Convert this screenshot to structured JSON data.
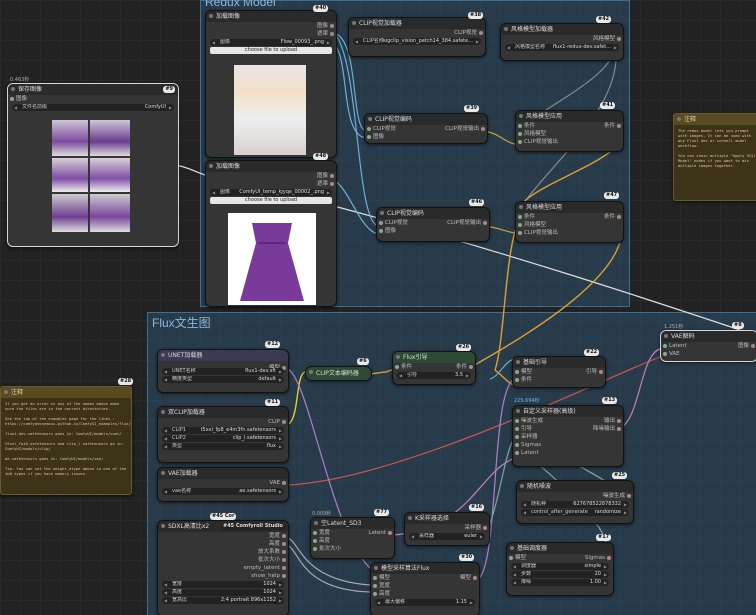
{
  "groups": {
    "redux": "Redux Model",
    "flux": "Flux文生图"
  },
  "save_image": {
    "title": "保存图像",
    "badge": "#9",
    "time": "0.463秒",
    "input": "图像",
    "prefix_label": "文件名前缀",
    "prefix_value": "ComfyUI"
  },
  "load_image_1": {
    "title": "加载图像",
    "badge": "#40",
    "out1": "图像",
    "out2": "遮罩",
    "image_label": "图像",
    "image_value": "Flow_00093_.png",
    "upload": "choose file to upload"
  },
  "load_image_2": {
    "title": "加载图像",
    "badge": "#48",
    "out1": "图像",
    "out2": "遮罩",
    "image_label": "图像",
    "image_value": "ComfyUI_temp_kjyqe_00002_.png",
    "upload": "choose file to upload"
  },
  "clip_vision_loader": {
    "title": "CLIP视觉加载器",
    "badge": "#38",
    "out": "CLIP视觉",
    "name_label": "CLIP名称",
    "name_value": "sigclip_vision_patch14_384.safete..."
  },
  "style_model_loader": {
    "title": "风格模型加载器",
    "badge": "#42",
    "out": "风格模型",
    "name_label": "风格模型名称",
    "name_value": "flux1-redux-dev.safet..."
  },
  "clip_vision_encode_1": {
    "title": "CLIP视觉编码",
    "badge": "#39",
    "in1": "CLIP视觉",
    "in2": "图像",
    "out": "CLIP视觉输出"
  },
  "clip_vision_encode_2": {
    "title": "CLIP视觉编码",
    "badge": "#46",
    "in1": "CLIP视觉",
    "in2": "图像",
    "out": "CLIP视觉输出"
  },
  "style_apply_1": {
    "title": "风格模型应用",
    "badge": "#41",
    "in1": "条件",
    "in2": "风格模型",
    "in3": "CLIP视觉输出",
    "out": "条件"
  },
  "style_apply_2": {
    "title": "风格模型应用",
    "badge": "#47",
    "in1": "条件",
    "in2": "风格模型",
    "in3": "CLIP视觉输出",
    "out": "条件"
  },
  "note_right": {
    "title": "注释",
    "text": "The redux model lets you prompt with images. It can be used with any Flux1 dev or schnell model workflow.\n\nYou can chain multiple \"Apply Style Model\" nodes if you want to mix multiple images together."
  },
  "note_left": {
    "title": "注释",
    "badge": "#28",
    "text": "If you get an error in any of the nodes above make sure the files are in the correct directories.\n\nSee the top of the examples page for the links : https://comfyanonymous.github.io/ComfyUI_examples/flux/\n\nflux1-dev.safetensors goes in: ComfyUI/models/unet/\n\nt5xxl_fp16.safetensors and clip_l.safetensors go in: ComfyUI/models/clip/\n\nae.safetensors goes in: ComfyUI/models/vae/\n\nTip: You can set the weight_dtype above to one of the fp8 types if you have memory issues."
  },
  "unet_loader": {
    "title": "UNET加载器",
    "badge": "#12",
    "out": "模型",
    "name_label": "UNET名称",
    "name_value": "flux1-dev.sft",
    "dtype_label": "精度类型",
    "dtype_value": "default"
  },
  "dual_clip": {
    "title": "双CLIP加载器",
    "badge": "#11",
    "out": "CLIP",
    "c1_label": "CLIP1",
    "c1_value": "t5xxl_fp8_e4m3fn.safetensors",
    "c2_label": "CLIP2",
    "c2_value": "clip_l.safetensors",
    "type_label": "类型",
    "type_value": "flux"
  },
  "vae_loader": {
    "title": "VAE加载器",
    "out": "VAE",
    "name_label": "vae名称",
    "name_value": "ae.safetensors"
  },
  "sdxl_res": {
    "title": "SDXL高清比x2",
    "badge": "#45 Comfyroll Studio",
    "short": "#45 Cor",
    "o1": "宽度",
    "o2": "高度",
    "o3": "放大系数",
    "o4": "批次大小",
    "o5": "empty_latent",
    "o6": "show_help",
    "w_label": "宽度",
    "w_value": "1024",
    "h_label": "高度",
    "h_value": "1024",
    "ratio_label": "宽高比",
    "ratio_value": "2:4 portrait 896x1152"
  },
  "clip_text": {
    "title": "CLIP文本编码器",
    "badge": "#6"
  },
  "flux_guidance": {
    "title": "Flux引导",
    "badge": "#26",
    "in": "条件",
    "out": "条件",
    "g_label": "引导",
    "g_value": "3.5"
  },
  "empty_latent": {
    "title": "空Latent_SD3",
    "badge": "#77",
    "time": "0.009秒",
    "i1": "宽度",
    "i2": "高度",
    "i3": "批次大小",
    "out": "Latent"
  },
  "k_sampler_select": {
    "title": "K采样器选择",
    "badge": "#16",
    "out": "采样器",
    "s_label": "采样器",
    "s_value": "euler"
  },
  "model_sampling": {
    "title": "模型采样算法Flux",
    "badge": "#30",
    "i1": "模型",
    "i2": "宽度",
    "i3": "高度",
    "out": "模型",
    "m_label": "最大偏移",
    "m_value": "1.15"
  },
  "basic_guider": {
    "title": "基础引导",
    "badge": "#22",
    "i1": "模型",
    "i2": "条件",
    "out": "引导"
  },
  "custom_sampler": {
    "title": "自定义采样器(高级)",
    "badge": "#13",
    "time": "225.694秒",
    "i1": "噪波生成",
    "i2": "引导",
    "i3": "采样器",
    "i4": "Sigmas",
    "i5": "Latent",
    "o1": "输出",
    "o2": "降噪输出"
  },
  "random_noise": {
    "title": "随机噪波",
    "badge": "#25",
    "out": "噪波生成",
    "seed_label": "随机种",
    "seed_value": "627678522878332",
    "ctrl_label": "control_after_generate",
    "ctrl_value": "randomize"
  },
  "basic_scheduler": {
    "title": "基础调度器",
    "badge": "#17",
    "in": "模型",
    "out": "Sigmas",
    "s_label": "调度器",
    "s_value": "simple",
    "st_label": "步数",
    "st_value": "20",
    "d_label": "降噪",
    "d_value": "1.00"
  },
  "vae_decode": {
    "title": "VAE解码",
    "badge": "#8",
    "time": "1.251秒",
    "i1": "Latent",
    "i2": "VAE",
    "out": "图像"
  }
}
